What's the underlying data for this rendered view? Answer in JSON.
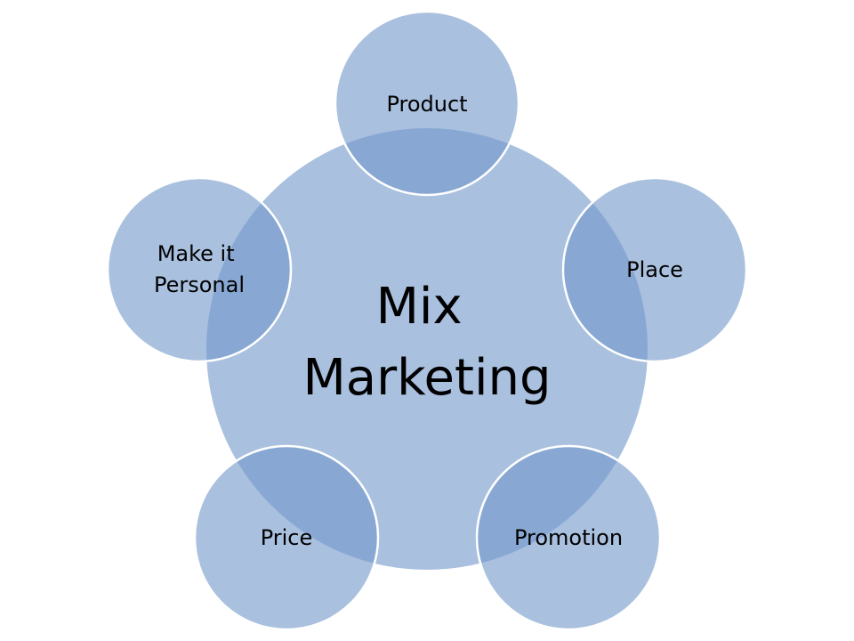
{
  "diagram": {
    "center": {
      "lines": [
        "Mix",
        "Marketing"
      ]
    },
    "nodes": [
      {
        "id": "product",
        "lines": [
          "Product"
        ]
      },
      {
        "id": "place",
        "lines": [
          "Place"
        ]
      },
      {
        "id": "promotion",
        "lines": [
          "Promotion"
        ]
      },
      {
        "id": "price",
        "lines": [
          "Price"
        ]
      },
      {
        "id": "make-it-personal",
        "lines": [
          "Make it",
          "Personal"
        ]
      }
    ]
  },
  "colors": {
    "circle_fill": "#749acb",
    "outline": "#ffffff",
    "text": "#000000"
  }
}
